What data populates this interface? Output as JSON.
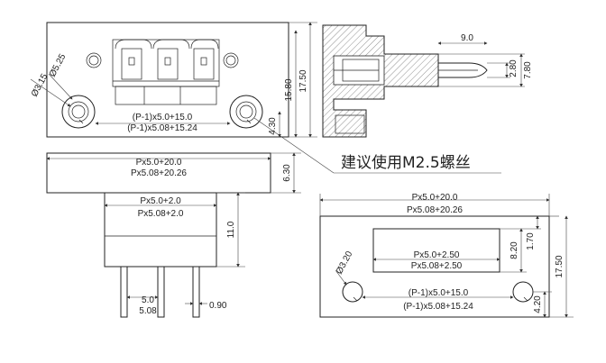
{
  "drawing": {
    "front_view": {
      "hole_dia": "Ø5.25",
      "hole_dia_small": "Ø3.15",
      "pitch_a": "(P-1)x5.0+15.0",
      "pitch_b": "(P-1)x5.08+15.24",
      "height_inner": "15.80",
      "height_outer": "17.50",
      "edge_dist": "4.30"
    },
    "side_view": {
      "pin_length": "9.0",
      "pin_thick": "2.80",
      "pin_height": "7.80"
    },
    "note": "建议使用M2.5螺丝",
    "bottom_view": {
      "width_a": "Px5.0+20.0",
      "width_b": "Px5.08+20.26",
      "flange_h": "6.30",
      "body_a": "Px5.0+2.0",
      "body_b": "Px5.08+2.0",
      "body_h": "11.0",
      "pitch_a": "5.0",
      "pitch_b": "5.08",
      "pin_dia": "0.90"
    },
    "cutout_view": {
      "width_a": "Px5.0+20.0",
      "width_b": "Px5.08+20.26",
      "window_a": "Px5.0+2.50",
      "window_b": "Px5.08+2.50",
      "window_h": "8.20",
      "top_offset": "1.70",
      "hole_dia": "Ø3.20",
      "hole_pitch_a": "(P-1)x5.0+15.0",
      "hole_pitch_b": "(P-1)x5.08+15.24",
      "total_h": "17.50",
      "bottom_offset": "4.20"
    }
  }
}
